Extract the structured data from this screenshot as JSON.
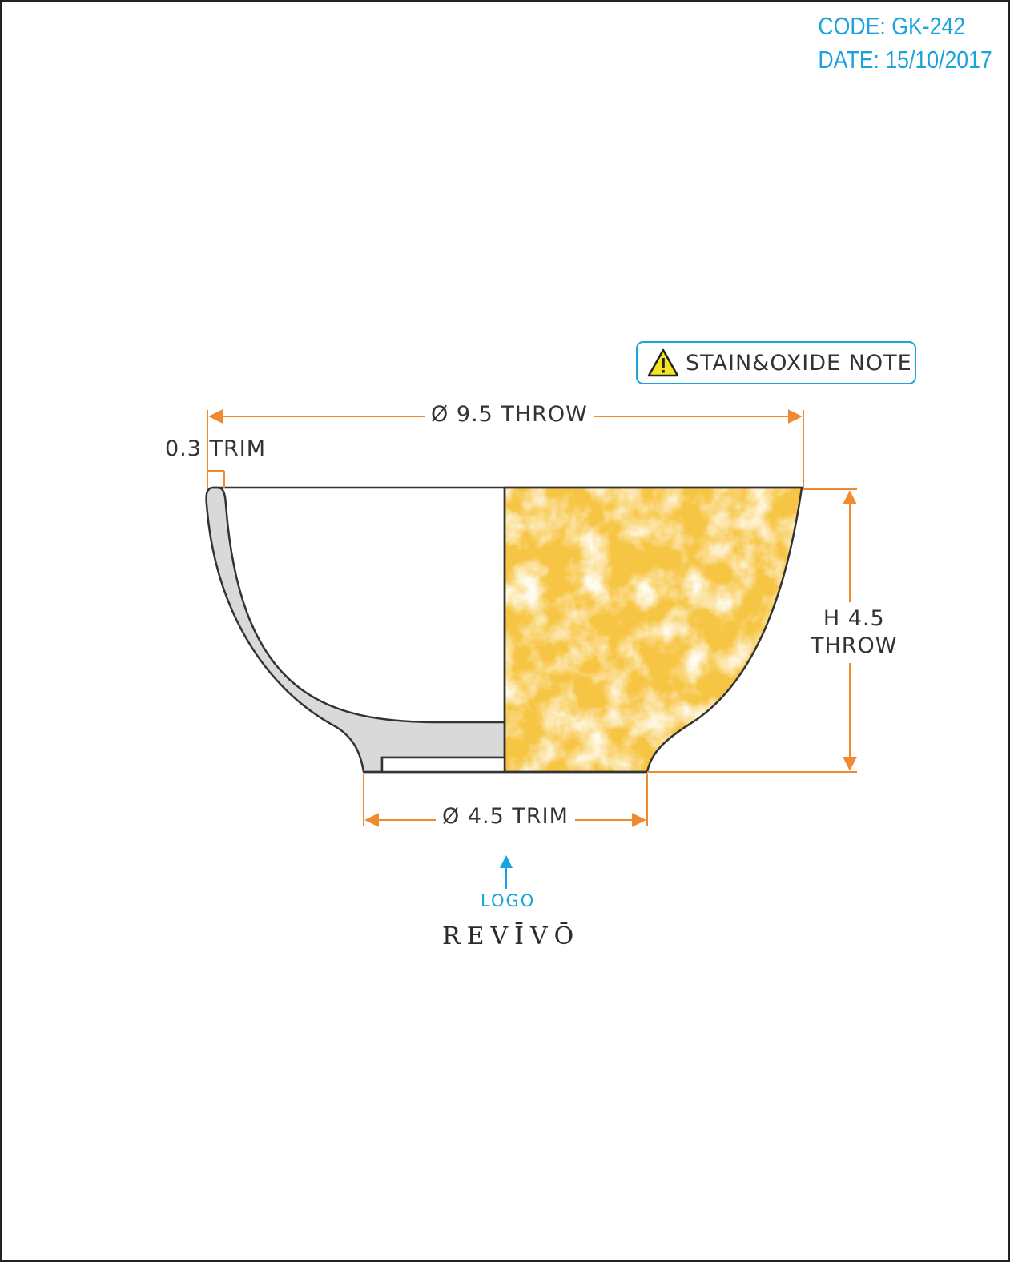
{
  "header": {
    "code": "CODE: GK-242",
    "date": "DATE: 15/10/2017"
  },
  "note": {
    "label": "STAIN&OXIDE NOTE",
    "icon": "warning-icon"
  },
  "dimensions": {
    "rim_diameter": "Ø 9.5 THROW",
    "trim": "0.3 TRIM",
    "height_line1": "H 4.5",
    "height_line2": "THROW",
    "foot_diameter": "Ø 4.5 TRIM"
  },
  "logo": {
    "label": "LOGO",
    "brand": "REVĪVŌ"
  },
  "colors": {
    "dimension": "#f08a30",
    "accent": "#1ba3dc",
    "outline": "#333333",
    "section_fill": "#d9d9d9",
    "glaze_base": "#f6c13a",
    "glaze_light": "#fdf1c9"
  }
}
